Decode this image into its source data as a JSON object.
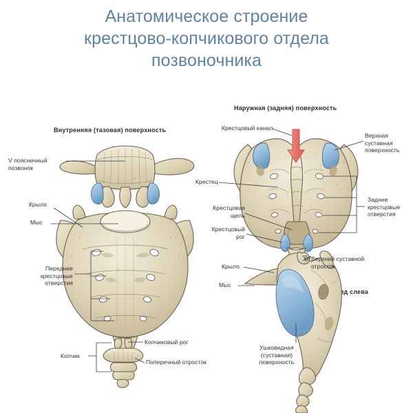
{
  "title": {
    "line1": "Анатомическое строение",
    "line2": "крестцово-копчикового отдела",
    "line3": "позвоночника",
    "color": "#5e82a8"
  },
  "palette": {
    "bone_light": "#efe8d4",
    "bone_mid": "#ded4b8",
    "bone_dark": "#c3b795",
    "bone_outline": "#6b6250",
    "cartilage": "#9dc2e0",
    "cartilage_outline": "#4b6f92",
    "arrow_red": "#e8736a",
    "label_text": "#2e2e36",
    "leader_line": "#3a3a42",
    "background": "#ffffff"
  },
  "sections": {
    "anterior_heading": "Внутренняя (тазовая) поверхность",
    "posterior_heading": "Наружная (задняя) поверхность",
    "lateral_heading": "Вид слева"
  },
  "labels": {
    "l5_vertebra": "V поясничный\nпозвонок",
    "l5_vertebra_l1": "V поясничный",
    "l5_vertebra_l2": "позвонок",
    "wing_anterior": "Крыло",
    "promontory_anterior": "Мыс",
    "anterior_foramina_l1": "Передние",
    "anterior_foramina_l2": "крестцовые",
    "anterior_foramina_l3": "отверстия",
    "coccyx": "Копчик",
    "coccygeal_horn": "Копчиковый рог",
    "transverse_process": "Поперечный отросток",
    "sacral_canal": "Крестцовый канал",
    "superior_articular_surface_l1": "Верхная",
    "superior_articular_surface_l2": "суставная",
    "superior_articular_surface_l3": "поверхность",
    "sacrum": "Крестец",
    "sacral_hiatus_l1": "Крестцовая",
    "sacral_hiatus_l2": "щель",
    "sacral_horn_l1": "Крестцовый",
    "sacral_horn_l2": "рог",
    "posterior_foramina_l1": "Задние",
    "posterior_foramina_l2": "крестцовые",
    "posterior_foramina_l3": "отверстия",
    "wing_lateral": "Крыло",
    "promontory_lateral": "Мыс",
    "superior_articular_process_l1": "Верхний суставной",
    "superior_articular_process_l2": "отросток",
    "auricular_surface_l1": "Ушковидная",
    "auricular_surface_l2": "(суставная)",
    "auricular_surface_l3": "поверхность"
  },
  "figure_counts": {
    "anterior_foramina_pairs": 4,
    "posterior_foramina_pairs": 4,
    "coccyx_segments": 4
  }
}
